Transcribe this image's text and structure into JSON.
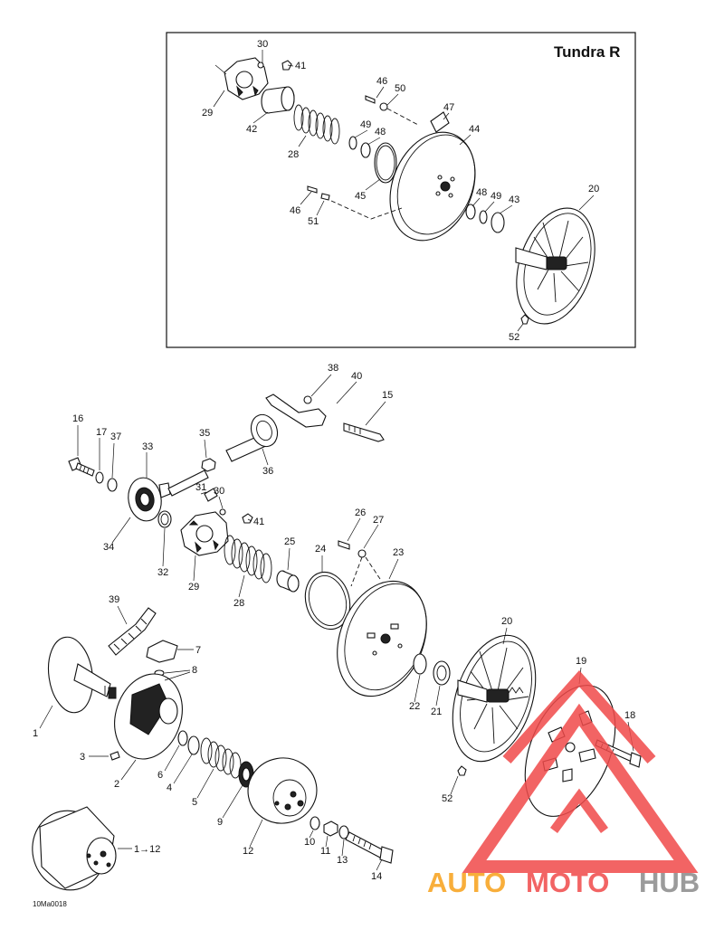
{
  "inset": {
    "title": "Tundra R"
  },
  "labels": {
    "inset": [
      "30",
      "41",
      "29",
      "42",
      "28",
      "46",
      "50",
      "47",
      "44",
      "49",
      "48",
      "45",
      "46",
      "51",
      "48",
      "49",
      "43",
      "20",
      "52"
    ],
    "main": [
      "38",
      "40",
      "15",
      "16",
      "17",
      "37",
      "33",
      "35",
      "36",
      "31",
      "30",
      "41",
      "34",
      "32",
      "29",
      "28",
      "25",
      "24",
      "23",
      "26",
      "27",
      "39",
      "7",
      "8",
      "1",
      "2",
      "3",
      "6",
      "4",
      "5",
      "9",
      "12",
      "1→12",
      "10",
      "11",
      "13",
      "14",
      "20",
      "19",
      "18",
      "22",
      "21",
      "52"
    ]
  },
  "figure_code": "10Ma0018",
  "watermark": {
    "auto": "AUTO",
    "moto": "MOTO",
    "hub": "HUB",
    "color_red": "#f04a4a",
    "color_orange": "#f7a11a",
    "color_gray": "#8a8a8a"
  }
}
